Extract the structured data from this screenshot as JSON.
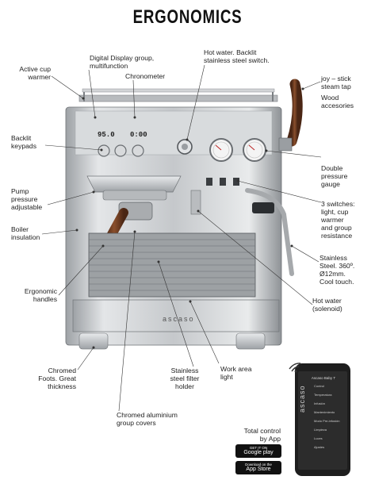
{
  "title": "ERGONOMICS",
  "machine": {
    "display_left": "95.0",
    "display_right": "0:00",
    "brand": "ascaso"
  },
  "labels": {
    "active_cup_warmer": "Active cup\nwarmer",
    "digital_display": "Digital Display group,\nmultifunction",
    "chronometer": "Chronometer",
    "hot_water_switch": "Hot water. Backlit\nstainless steel switch.",
    "joy_stick": "joy – stick\nsteam tap",
    "wood_accessories": "Wood\naccesories",
    "backlit_keypads": "Backlit\nkeypads",
    "double_pressure_gauge": "Double\npressure\ngauge",
    "pump_pressure": "Pump\npressure\nadjustable",
    "three_switches": "3 switches:\nlight, cup\nwarmer\nand group\nresistance",
    "boiler_insulation": "Boiler\ninsulation",
    "stainless_steel": "Stainless\nSteel. 360º.\nØ12mm.\nCool touch.",
    "ergonomic_handles": "Ergonomic\nhandles",
    "hot_water_solenoid": "Hot water\n(solenoid)",
    "chromed_foots": "Chromed\nFoots. Great\nthickness",
    "filter_holder": "Stainless\nsteel filter\nholder",
    "work_area_light": "Work area\nlight",
    "group_covers": "Chromed aluminium\ngroup covers",
    "total_control": "Total control\nby App"
  },
  "stores": {
    "google_small": "GET IT ON",
    "google_big": "Google play",
    "apple_small": "Download on the",
    "apple_big": "App Store"
  },
  "phone": {
    "brand": "ascaso",
    "header": "Ascaso Baby T",
    "menu": [
      "Control",
      "Temperatura",
      "Infusión",
      "Mantenimiento",
      "Modo Pre-infusión",
      "Limpieza",
      "Luces",
      "Ajustes"
    ]
  },
  "colors": {
    "steel": "#c9cccf",
    "steel_dark": "#8d9196",
    "wood": "#6b3b22",
    "phone_body": "#1e1e1e"
  }
}
